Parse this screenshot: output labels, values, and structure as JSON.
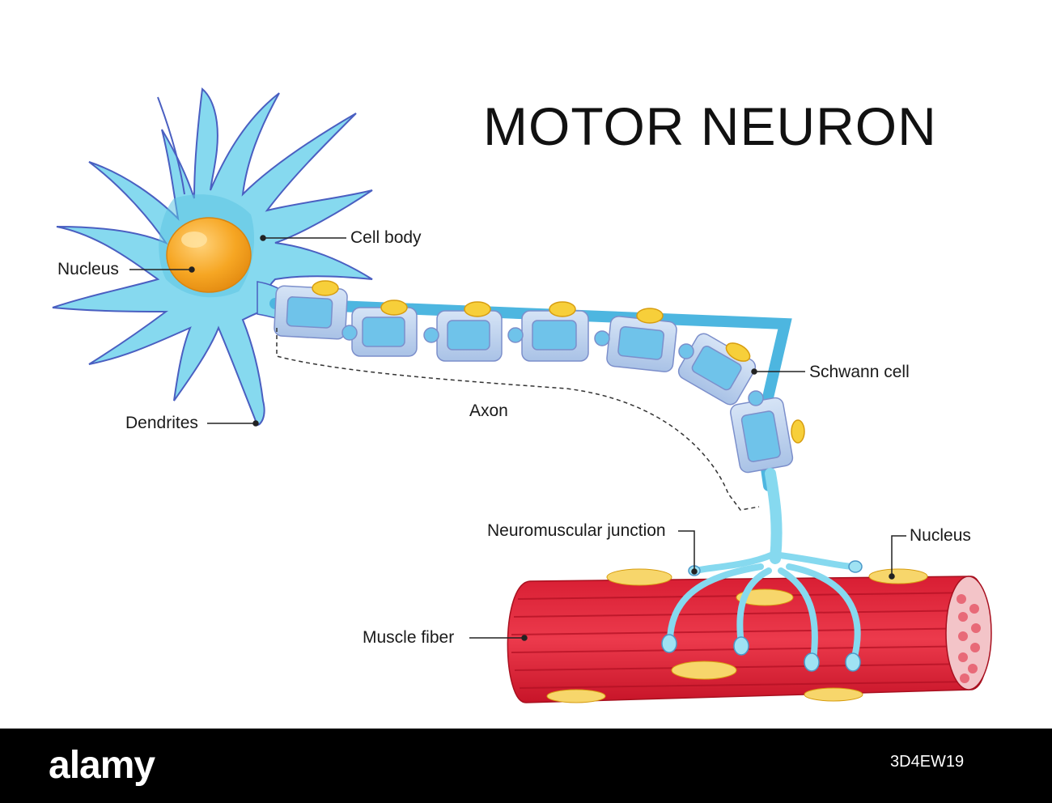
{
  "title": "MOTOR NEURON",
  "labels": {
    "cell_body": "Cell body",
    "nucleus_neuron": "Nucleus",
    "dendrites": "Dendrites",
    "axon": "Axon",
    "schwann_cell": "Schwann cell",
    "neuromuscular_junction": "Neuromuscular junction",
    "nucleus_muscle": "Nucleus",
    "muscle_fiber": "Muscle fiber"
  },
  "footer": {
    "brand": "alamy",
    "image_id": "3D4EW19"
  },
  "colors": {
    "dendrite": "#7fd6ee",
    "dendrite_edge": "#4a5fc1",
    "nucleus": "#f6a623",
    "schwann": "#b9d3ef",
    "muscle": "#e0283c",
    "muscle_nucleus": "#f7d66b"
  }
}
